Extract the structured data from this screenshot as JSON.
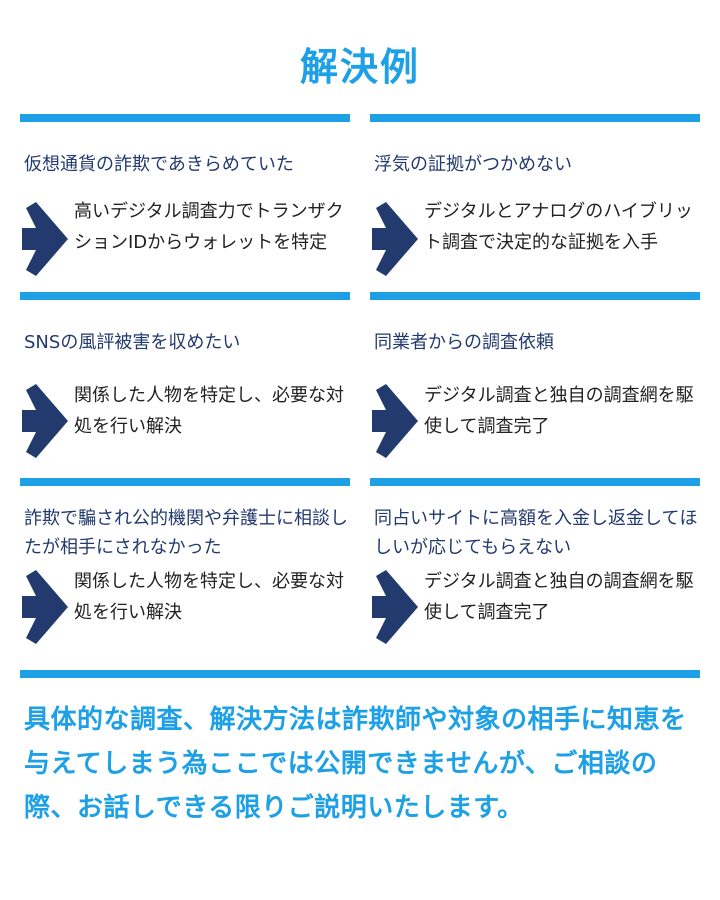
{
  "page": {
    "title": "解決例"
  },
  "cases": [
    {
      "problem": "仮想通貨の詐欺であきらめていた",
      "solution": "高いデジタル調査力でトランザクションIDからウォレットを特定"
    },
    {
      "problem": "浮気の証拠がつかめない",
      "solution": "デジタルとアナログのハイブリット調査で決定的な証拠を入手"
    },
    {
      "problem": "SNSの風評被害を収めたい",
      "solution": "関係した人物を特定し、必要な対処を行い解決"
    },
    {
      "problem": "同業者からの調査依頼",
      "solution": "デジタル調査と独自の調査網を駆使して調査完了"
    },
    {
      "problem": "詐欺で騙され公的機関や弁護士に相談したが相手にされなかった",
      "solution": "関係した人物を特定し、必要な対処を行い解決"
    },
    {
      "problem": "同占いサイトに高額を入金し返金してほしいが応じてもらえない",
      "solution": "デジタル調査と独自の調査網を駆使して調査完了"
    }
  ],
  "notice": "具体的な調査、解決方法は詐欺師や対象の相手に知恵を与えてしまう為ここでは公開できませんが、ご相談の際、お話しできる限りご説明いたします。",
  "colors": {
    "accent": "#1ea0e6",
    "navy": "#233a6e",
    "text": "#222222"
  },
  "icons": {
    "solution": "chevron-right-icon"
  }
}
